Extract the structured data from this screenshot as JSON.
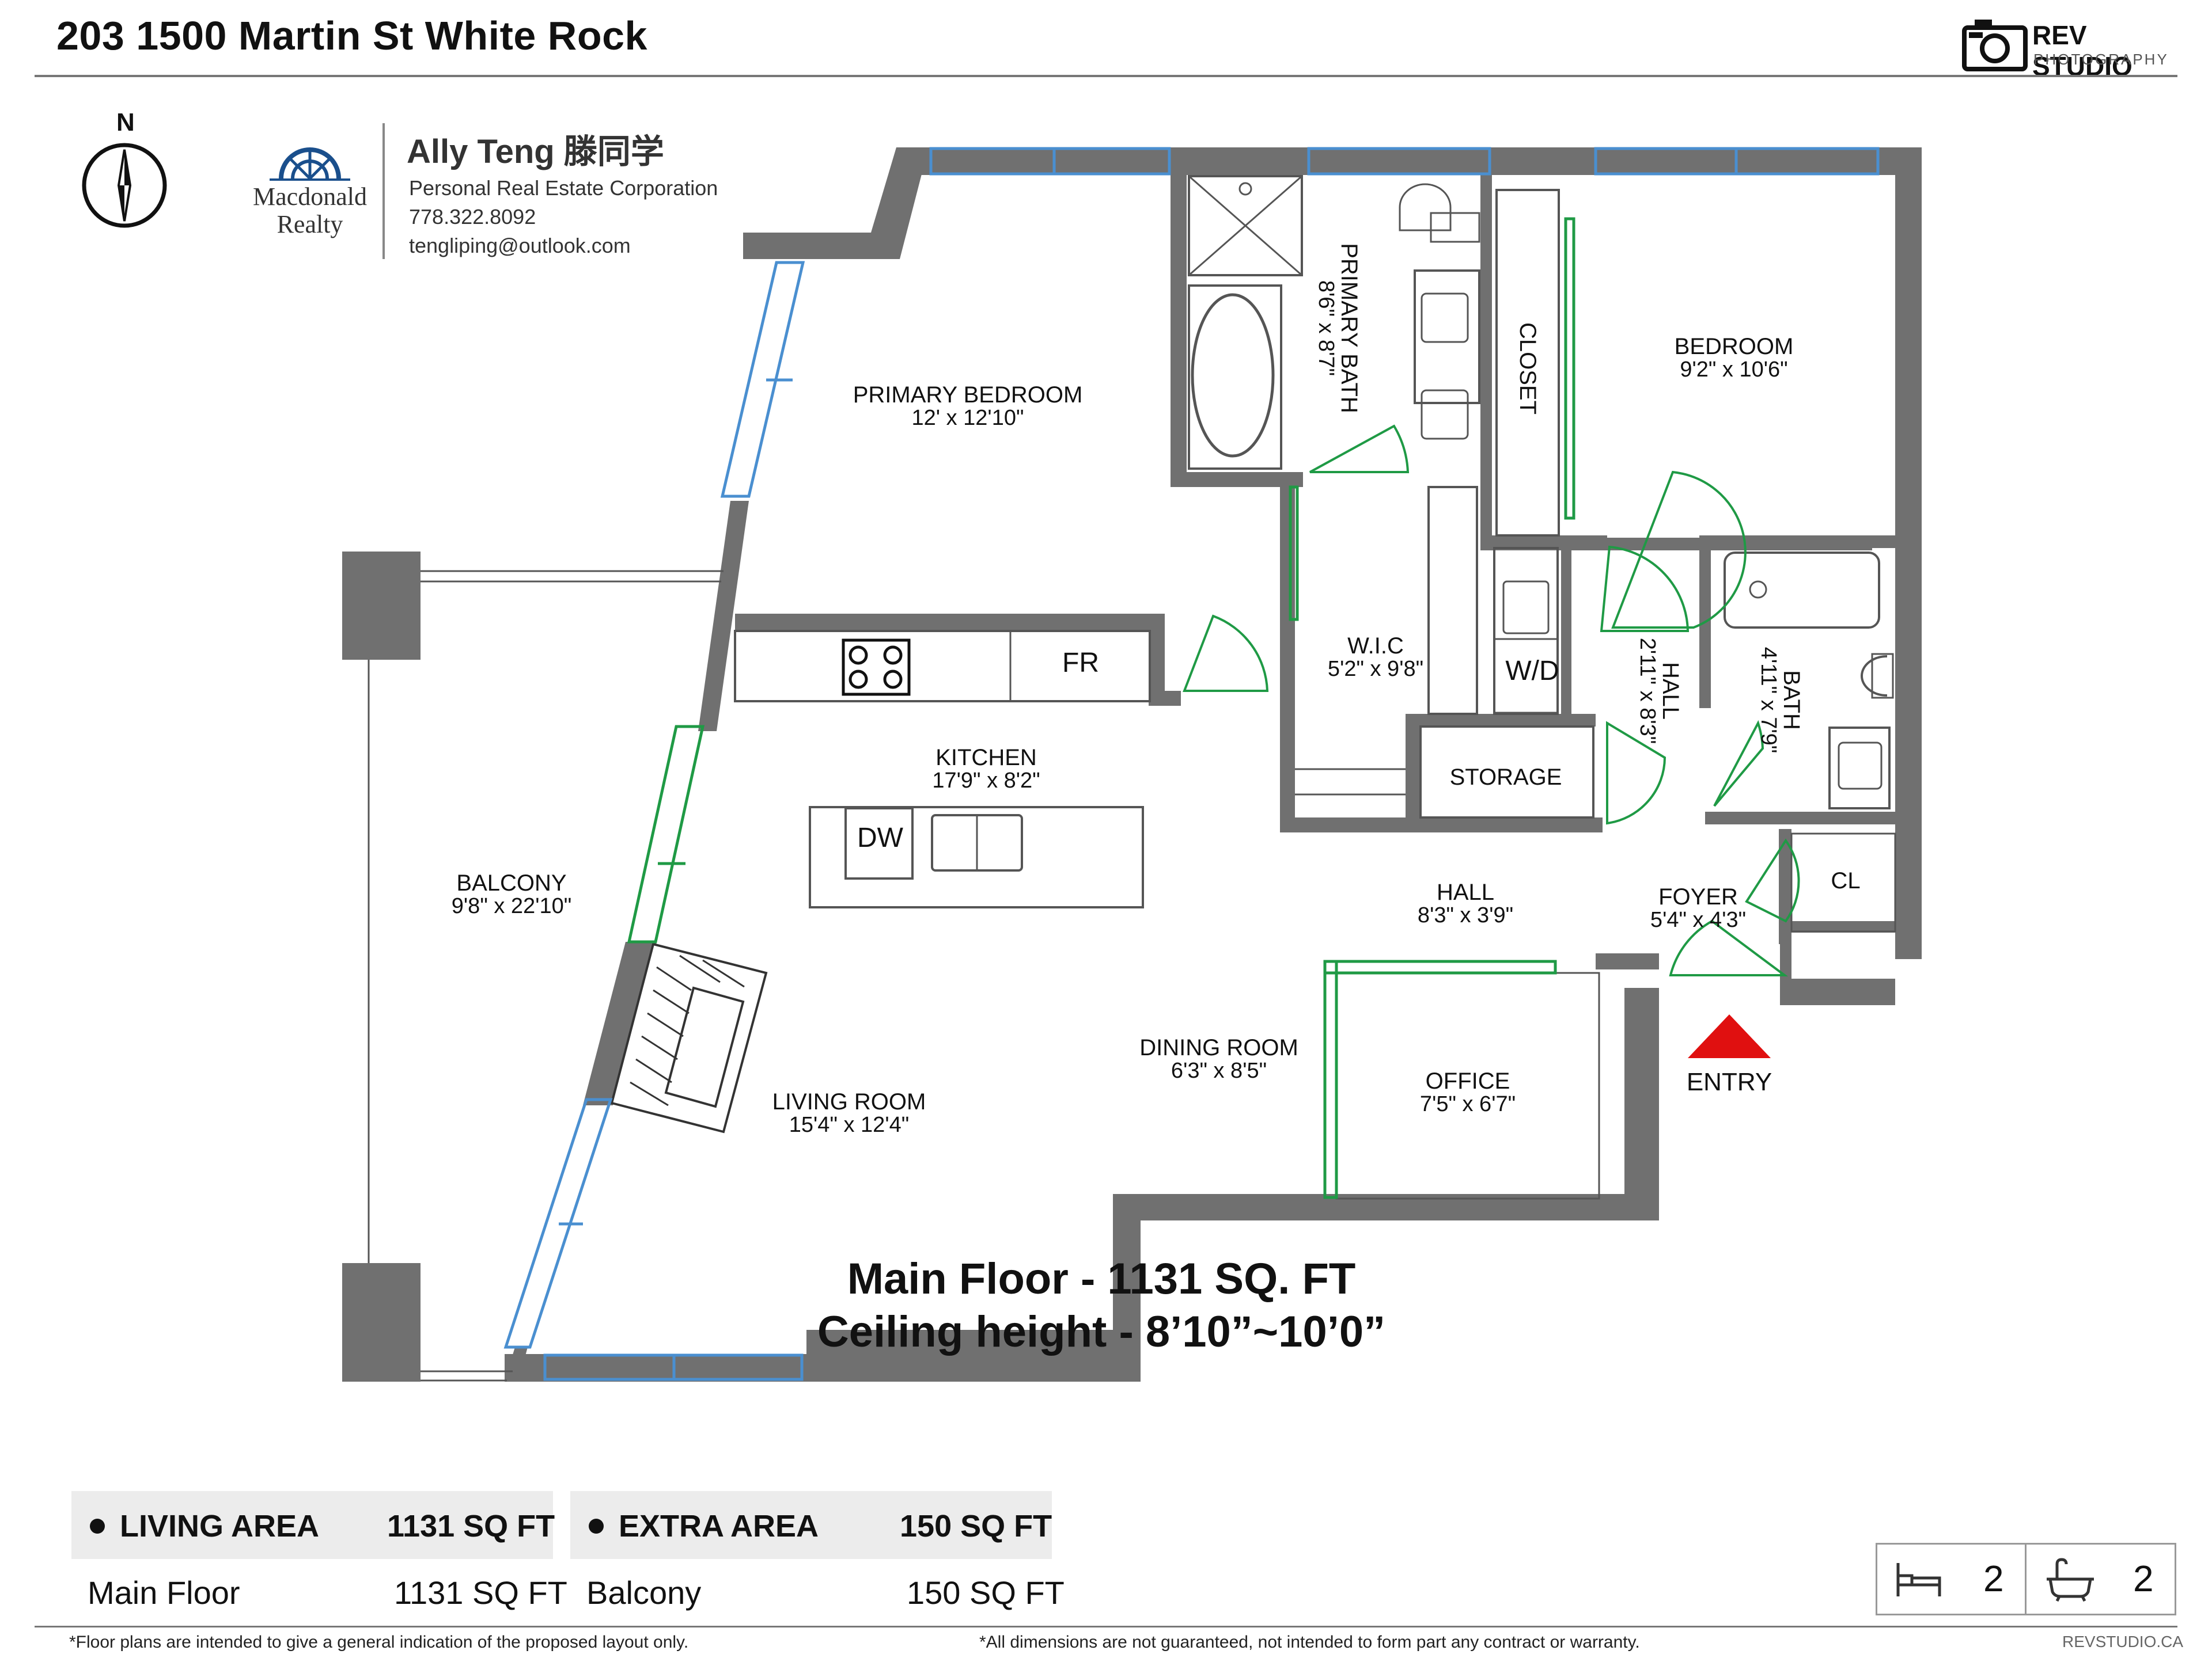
{
  "header": {
    "title": "203 1500 Martin St White Rock",
    "brand_name": "REV STUDIO",
    "brand_sub": "PHOTOGRAPHY"
  },
  "compass": {
    "label": "N"
  },
  "agent": {
    "logo_line1": "Macdonald",
    "logo_line2": "Realty",
    "name": "Ally Teng 滕同学",
    "company": "Personal Real Estate Corporation",
    "phone": "778.322.8092",
    "email": "tengliping@outlook.com"
  },
  "rooms": {
    "primary_bedroom": {
      "name": "PRIMARY BEDROOM",
      "dims": "12' x 12'10\""
    },
    "primary_bath": {
      "name": "PRIMARY BATH",
      "dims": "8'6\" x 8'7\""
    },
    "closet": {
      "name": "CLOSET"
    },
    "bedroom": {
      "name": "BEDROOM",
      "dims": "9'2\" x 10'6\""
    },
    "wic": {
      "name": "W.I.C",
      "dims": "5'2\" x 9'8\""
    },
    "wd": {
      "name": "W/D"
    },
    "hall_vertical": {
      "name": "HALL",
      "dims": "2'11\" x 8'3\""
    },
    "bath": {
      "name": "BATH",
      "dims": "4'11\" x 7'9\""
    },
    "storage": {
      "name": "STORAGE"
    },
    "fridge": {
      "name": "FR"
    },
    "kitchen": {
      "name": "KITCHEN",
      "dims": "17'9\" x 8'2\""
    },
    "dishwasher": {
      "name": "DW"
    },
    "balcony": {
      "name": "BALCONY",
      "dims": "9'8\" x 22'10\""
    },
    "hall": {
      "name": "HALL",
      "dims": "8'3\" x 3'9\""
    },
    "foyer": {
      "name": "FOYER",
      "dims": "5'4\" x 4'3\""
    },
    "cl": {
      "name": "CL"
    },
    "dining_room": {
      "name": "DINING ROOM",
      "dims": "6'3\" x 8'5\""
    },
    "office": {
      "name": "OFFICE",
      "dims": "7'5\" x 6'7\""
    },
    "living_room": {
      "name": "LIVING ROOM",
      "dims": "15'4\" x 12'4\""
    },
    "entry": {
      "name": "ENTRY"
    }
  },
  "summary": {
    "line1": "Main Floor - 1131 SQ. FT",
    "line2": "Ceiling height - 8’10”~10’0”"
  },
  "areas": {
    "living": {
      "label": "LIVING AREA",
      "total": "1131 SQ FT",
      "row_label": "Main Floor",
      "row_value": "1131 SQ FT"
    },
    "extra": {
      "label": "EXTRA AREA",
      "total": "150 SQ FT",
      "row_label": "Balcony",
      "row_value": "150 SQ FT"
    }
  },
  "counts": {
    "bedrooms": "2",
    "bathrooms": "2",
    "bed_icon": "bed-icon",
    "bath_icon": "bathtub-icon"
  },
  "footer": {
    "note_left": "*Floor plans are intended to give a general indication of the proposed layout only.",
    "note_right": "*All dimensions are not guaranteed, not intended to form part any contract or warranty.",
    "site": "REVSTUDIO.CA"
  },
  "colors": {
    "wall": "#707070",
    "window_blue": "#4a8fd0",
    "door_green": "#1f9a45",
    "entry_red": "#e01010",
    "area_bg": "#ececec"
  }
}
